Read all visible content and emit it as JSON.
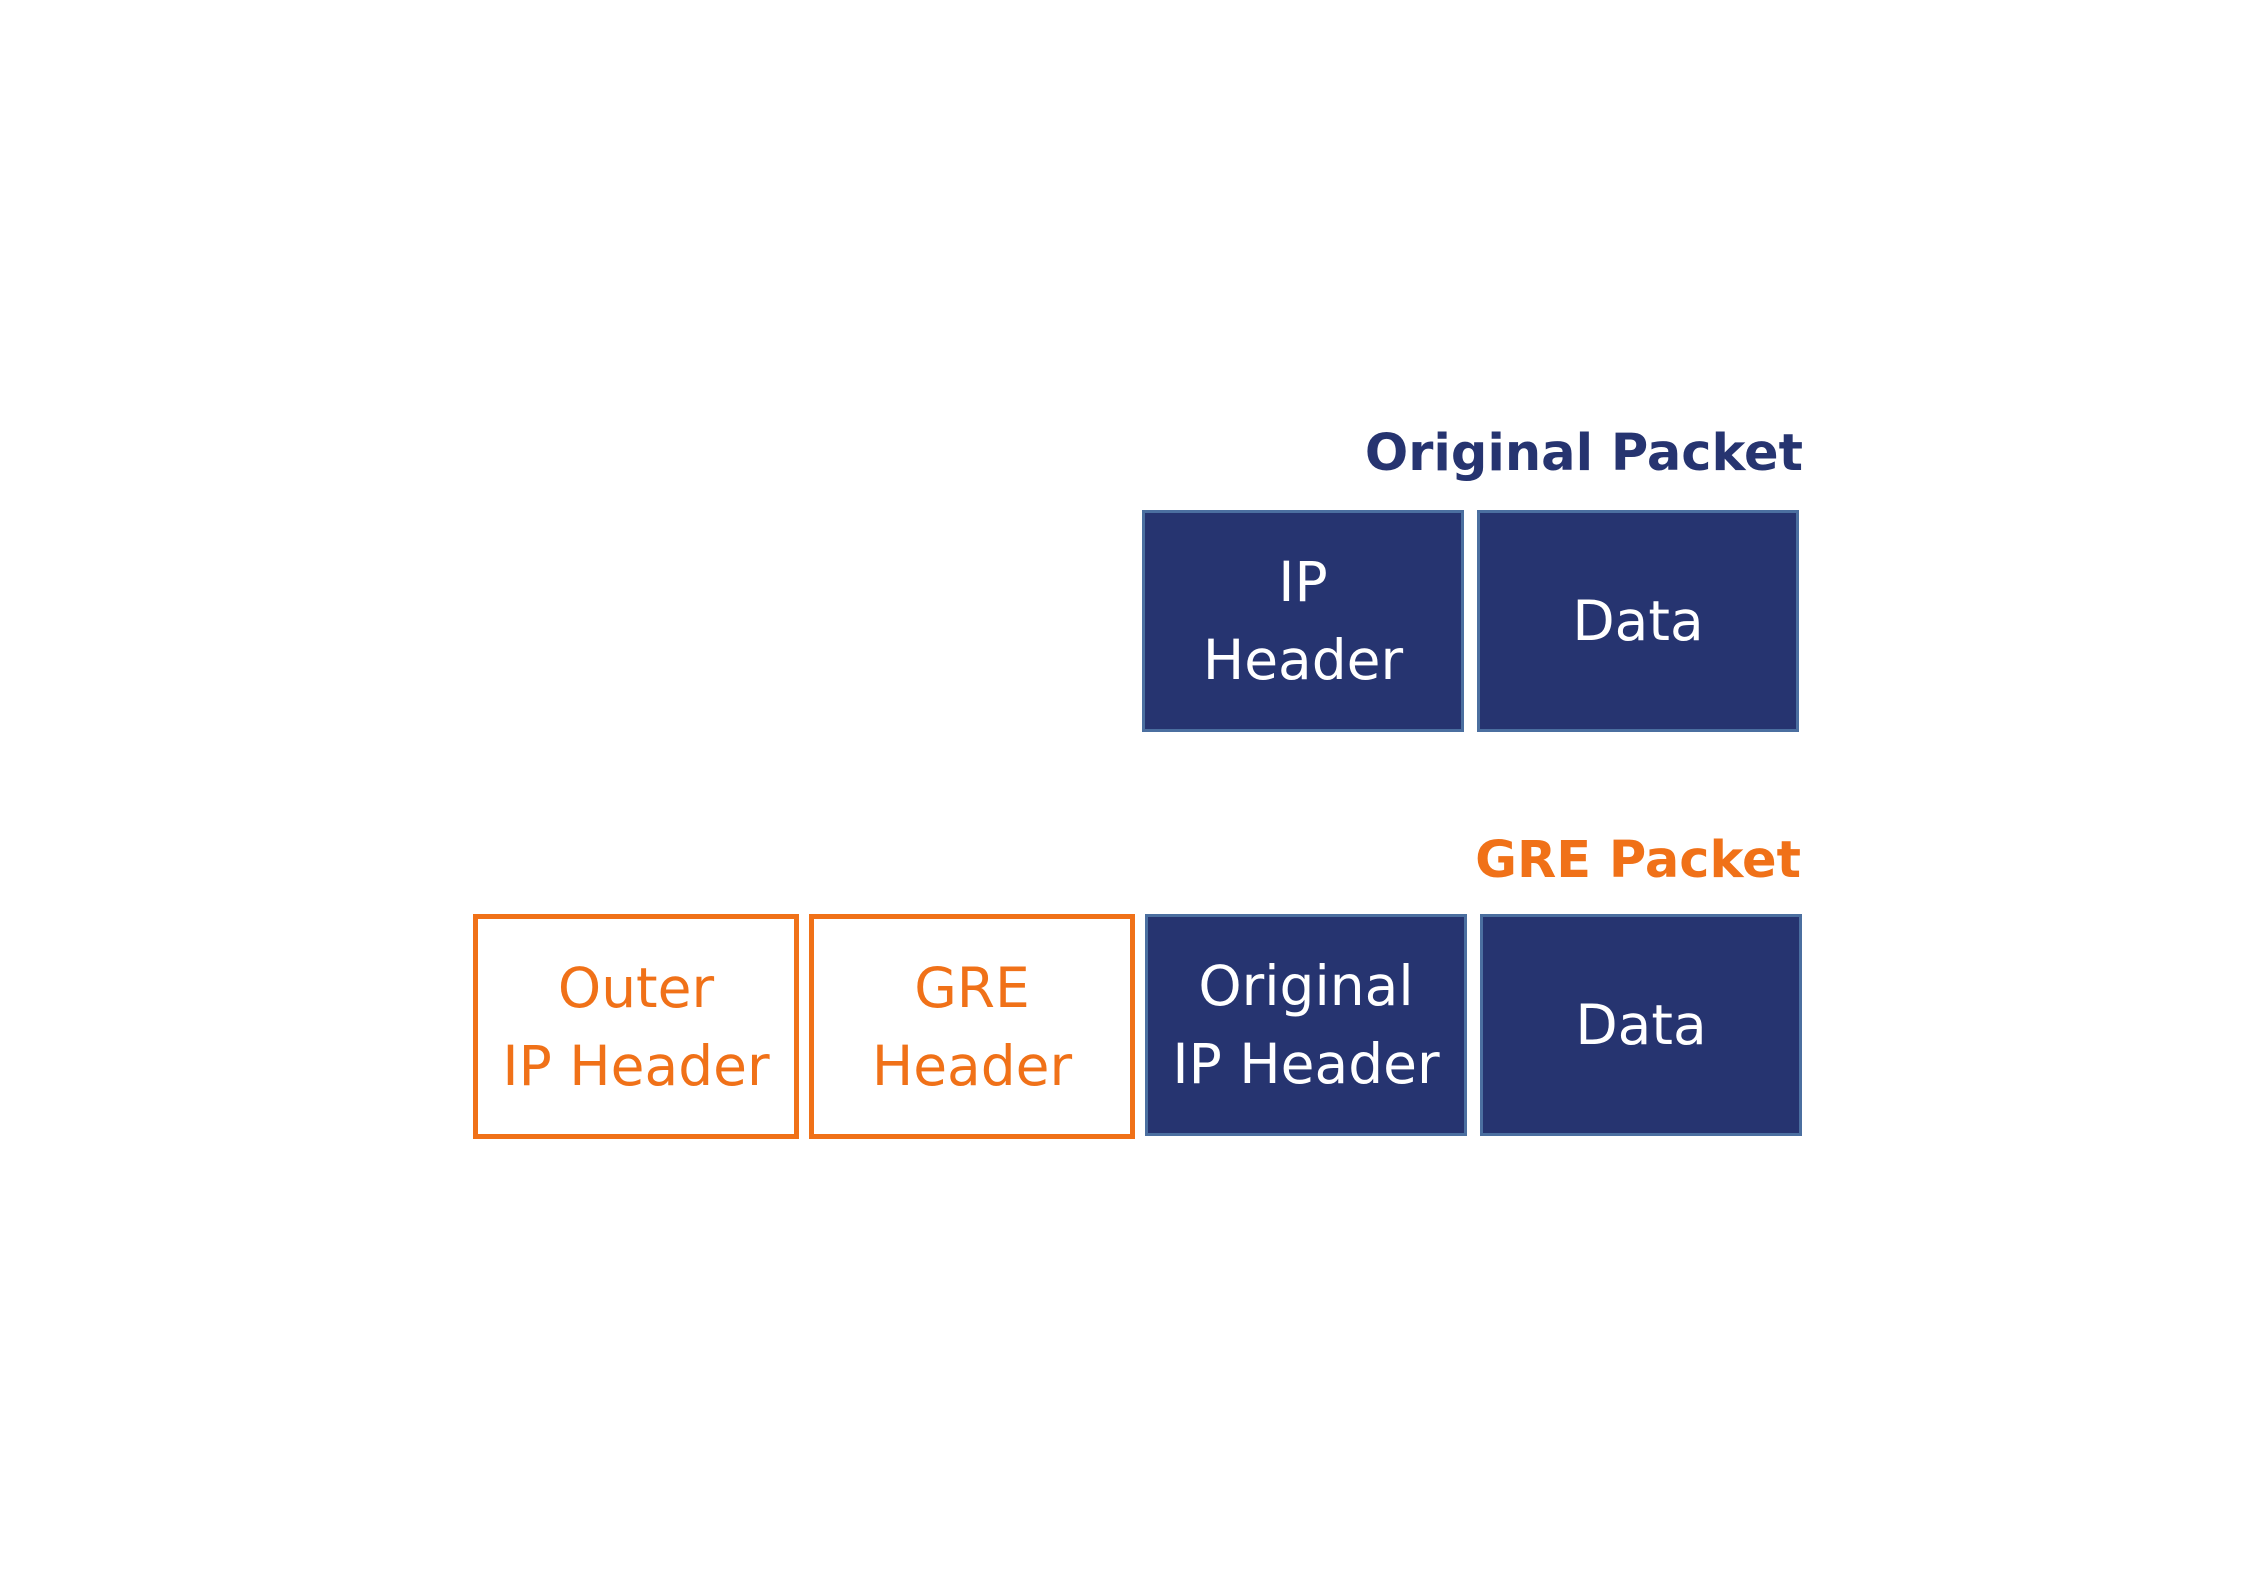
{
  "original_packet": {
    "title": "Original Packet",
    "boxes": [
      {
        "lines": [
          "IP",
          "Header"
        ]
      },
      {
        "lines": [
          "Data"
        ]
      }
    ]
  },
  "gre_packet": {
    "title": "GRE Packet",
    "boxes": [
      {
        "lines": [
          "Outer",
          "IP Header"
        ]
      },
      {
        "lines": [
          "GRE",
          "Header"
        ]
      },
      {
        "lines": [
          "Original",
          "IP Header"
        ]
      },
      {
        "lines": [
          "Data"
        ]
      }
    ]
  },
  "colors": {
    "navy": "#263470",
    "navy_border": "#4b6fa0",
    "orange": "#f07118"
  }
}
